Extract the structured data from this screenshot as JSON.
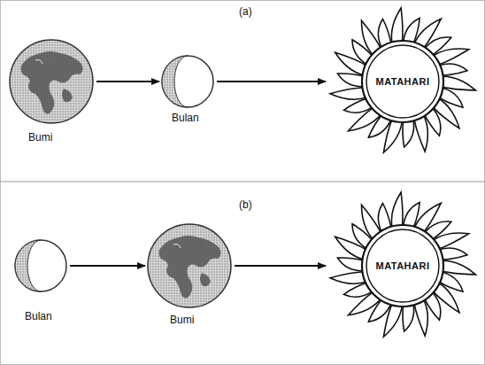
{
  "diagram": {
    "nodes": [
      {
        "text": [
          "Bumi"
        ]
      },
      {
        "text": [
          "Bulan"
        ]
      },
      {
        "text": [
          "MATAHARI"
        ]
      },
      {
        "text": [
          "Bulan"
        ]
      },
      {
        "text": [
          "Bumi"
        ]
      },
      {
        "text": [
          "MATAHARI"
        ]
      }
    ],
    "edges": [
      {
        "from": 0,
        "to": 1,
        "arrow": "to"
      },
      {
        "from": 1,
        "to": 2,
        "arrow": "to"
      },
      {
        "from": 3,
        "to": 4,
        "arrow": "to"
      },
      {
        "from": 4,
        "to": 5,
        "arrow": "to"
      }
    ],
    "labels": [
      "(a)",
      "(b)"
    ]
  }
}
